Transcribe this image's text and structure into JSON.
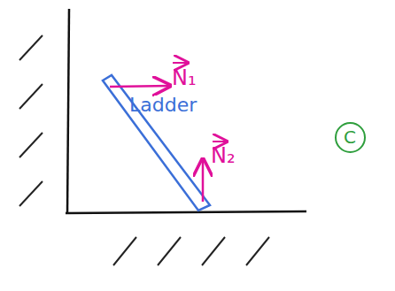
{
  "diagram": {
    "nodes": [
      {
        "text": [
          "C"
        ]
      }
    ],
    "labels": [
      "N₁",
      "Ladder",
      "N₂"
    ]
  }
}
